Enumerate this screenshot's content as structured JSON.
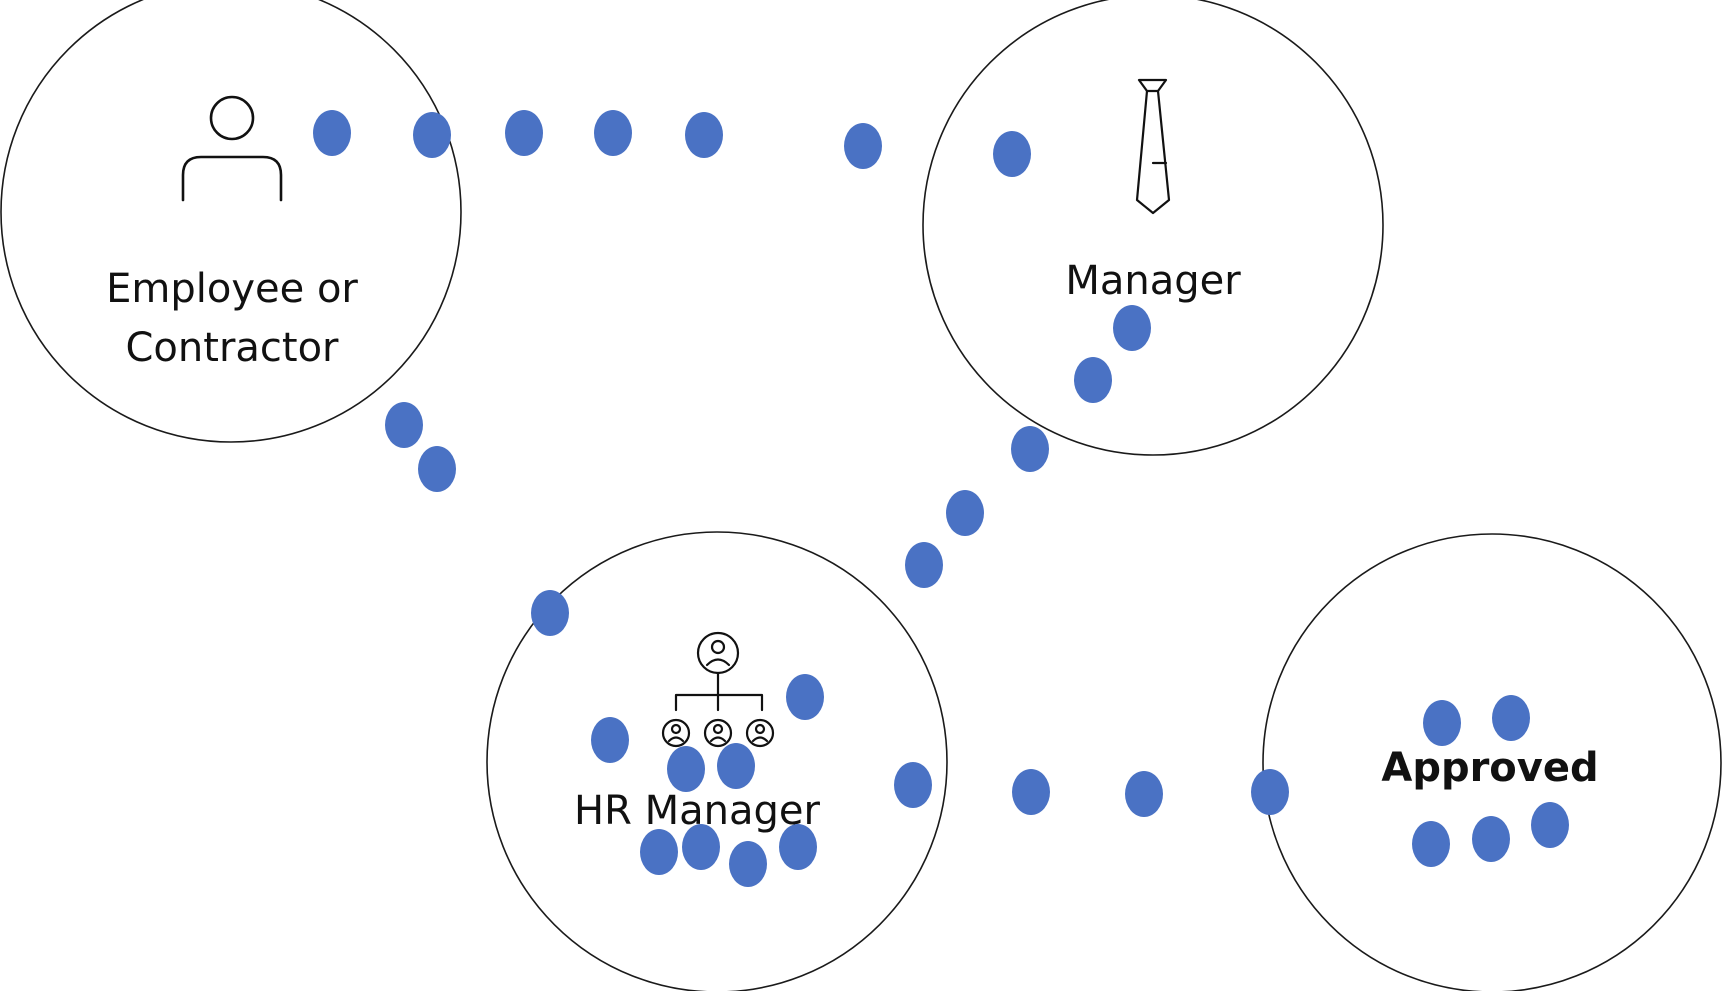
{
  "diagram": {
    "colors": {
      "dot": "#4a72c4",
      "outline": "#1a1a1a",
      "text": "#111111",
      "background": "#ffffff"
    },
    "nodes": {
      "employee": {
        "label_line1": "Employee or",
        "label_line2": "Contractor",
        "icon": "person-icon"
      },
      "manager": {
        "label": "Manager",
        "icon": "necktie-icon"
      },
      "hr_manager": {
        "label": "HR Manager",
        "icon": "org-chart-icon"
      },
      "approved": {
        "label": "Approved"
      }
    }
  }
}
